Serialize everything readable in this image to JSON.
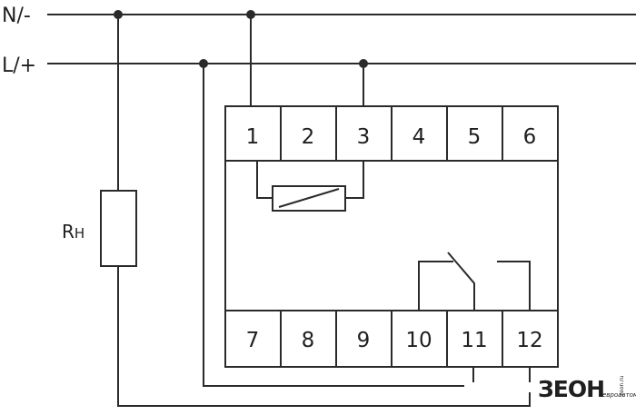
{
  "lines": {
    "n_label": "N/-",
    "l_label": "L/+"
  },
  "terminals": {
    "top": [
      "1",
      "2",
      "3",
      "4",
      "5",
      "6"
    ],
    "bottom": [
      "7",
      "8",
      "9",
      "10",
      "11",
      "12"
    ]
  },
  "resistor": {
    "label_main": "R",
    "label_sub": "H"
  },
  "logo": {
    "brand": "ЗЕОН",
    "tagline": "zeon.ru",
    "sub": "евроавтоматика"
  },
  "colors": {
    "wire": "#2a2a2a",
    "text": "#1f1f1f",
    "background": "#ffffff"
  }
}
